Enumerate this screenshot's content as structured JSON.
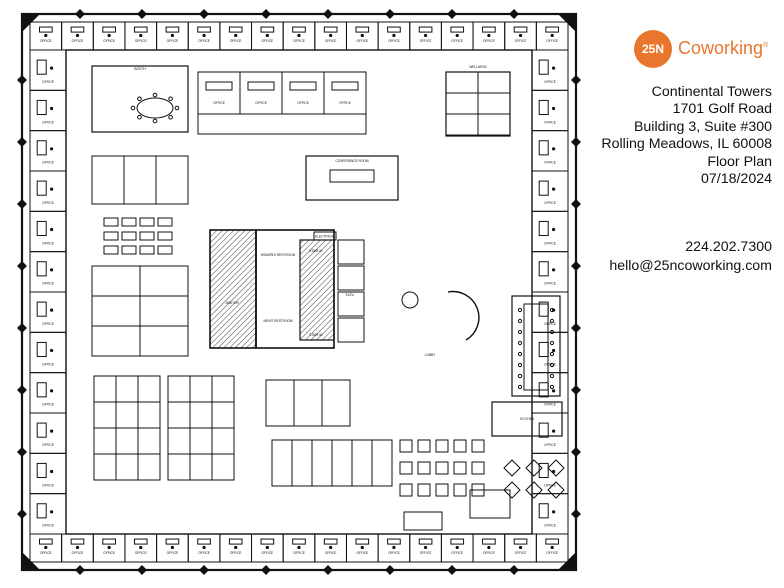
{
  "brand": {
    "logo_mark": "25N",
    "logo_word": "Coworking",
    "logo_reg": "®",
    "accent_color": "#e8762d"
  },
  "info": {
    "building": "Continental Towers",
    "street": "1701 Golf Road",
    "suite": "Building 3, Suite #300",
    "city": "Rolling Meadows, IL 60008",
    "doc_type": "Floor Plan",
    "date": "07/18/2024"
  },
  "contact": {
    "phone": "224.202.7300",
    "email": "hello@25ncoworking.com"
  },
  "floor_plan": {
    "room_labels": {
      "office": "OFFICE",
      "conference": "CONFERENCE ROOM",
      "mens_restroom": "MEN'S RESTROOM",
      "womens_restroom": "WOMEN'S RESTROOM",
      "elevator": "ELEV.",
      "janitor": "JANITOR",
      "stair_1": "STAIR #1",
      "stair_2": "STAIR #2",
      "electrical": "ELECTRICAL",
      "booth": "BOOTH",
      "wellness": "WELLNESS",
      "kitchen": "KITCHEN",
      "lobby": "LOBBY"
    }
  }
}
